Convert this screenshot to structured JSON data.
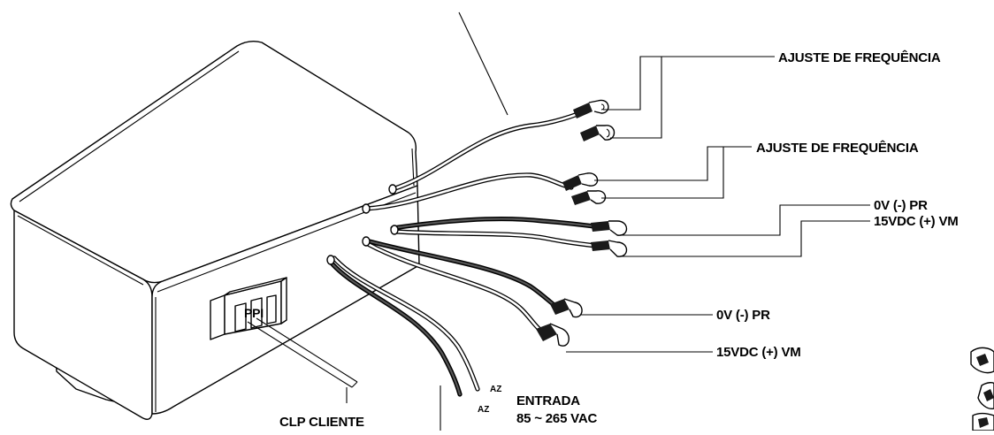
{
  "labels": {
    "freq_adjust_top": "AJUSTE DE FREQUÊNCIA",
    "freq_adjust_mid": "AJUSTE DE FREQUÊNCIA",
    "zero_v_pr_top": "0V (-) PR",
    "vdc_vm_top": "15VDC (+) VM",
    "zero_v_pr_bottom": "0V (-) PR",
    "vdc_vm_bottom": "15VDC (+) VM",
    "input_title": "ENTRADA",
    "input_range": "85 ~ 265 VAC",
    "az_top": "AZ",
    "az_bottom": "AZ",
    "clp_client": "CLP CLIENTE",
    "terminal_marks": "PPI"
  },
  "colors": {
    "line": "#000000",
    "background": "#ffffff",
    "lug_fill": "#1a1a1a"
  }
}
